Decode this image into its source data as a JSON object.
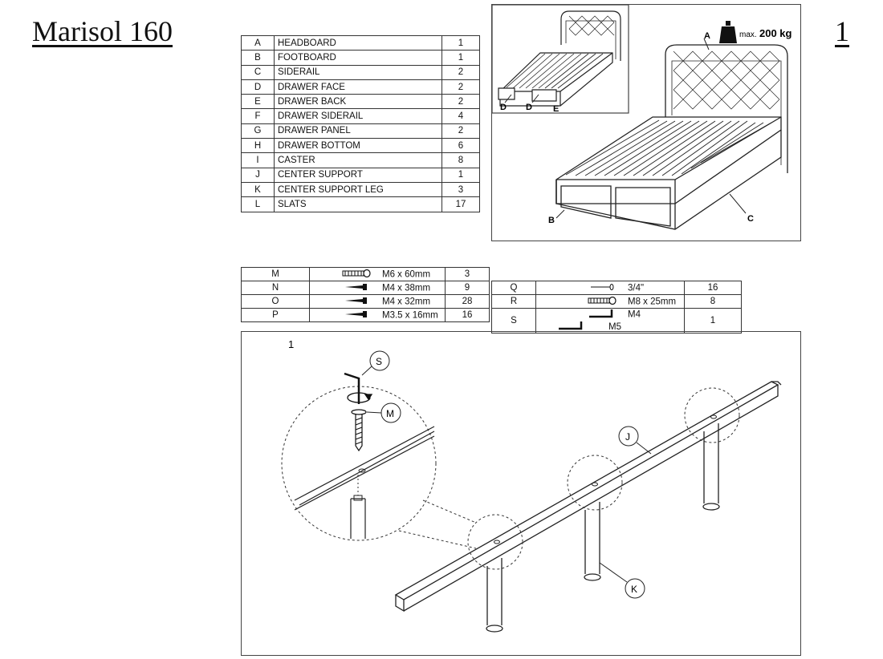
{
  "header": {
    "title": "Marisol 160",
    "page": "1"
  },
  "parts": [
    {
      "id": "A",
      "name": "HEADBOARD",
      "qty": "1"
    },
    {
      "id": "B",
      "name": "FOOTBOARD",
      "qty": "1"
    },
    {
      "id": "C",
      "name": "SIDERAIL",
      "qty": "2"
    },
    {
      "id": "D",
      "name": "DRAWER FACE",
      "qty": "2"
    },
    {
      "id": "E",
      "name": "DRAWER BACK",
      "qty": "2"
    },
    {
      "id": "F",
      "name": "DRAWER SIDERAIL",
      "qty": "4"
    },
    {
      "id": "G",
      "name": "DRAWER PANEL",
      "qty": "2"
    },
    {
      "id": "H",
      "name": "DRAWER BOTTOM",
      "qty": "6"
    },
    {
      "id": "I",
      "name": "CASTER",
      "qty": "8"
    },
    {
      "id": "J",
      "name": "CENTER SUPPORT",
      "qty": "1"
    },
    {
      "id": "K",
      "name": "CENTER SUPPORT LEG",
      "qty": "3"
    },
    {
      "id": "L",
      "name": "SLATS",
      "qty": "17"
    }
  ],
  "hardware_left": [
    {
      "id": "M",
      "icon": "bolt-icon",
      "size": "M6 x 60mm",
      "qty": "3"
    },
    {
      "id": "N",
      "icon": "screw-icon",
      "size": "M4 x 38mm",
      "qty": "9"
    },
    {
      "id": "O",
      "icon": "screw-icon",
      "size": "M4 x 32mm",
      "qty": "28"
    },
    {
      "id": "P",
      "icon": "screw-icon",
      "size": "M3.5 x 16mm",
      "qty": "16"
    }
  ],
  "hardware_right": [
    {
      "id": "Q",
      "icon": "nail-icon",
      "size": "3/4\"",
      "qty": "16"
    },
    {
      "id": "R",
      "icon": "bolt-icon",
      "size": "M8 x 25mm",
      "qty": "8"
    },
    {
      "id": "S",
      "icon": "allen-key-icon",
      "size": "M4",
      "size2": "M5",
      "qty": "1"
    }
  ],
  "overview": {
    "max_load_prefix": "max.",
    "max_load_value": "200 kg",
    "labels": {
      "a": "A",
      "b": "B",
      "c": "C",
      "d1": "D",
      "d2": "D",
      "e": "E"
    }
  },
  "step": {
    "number": "1",
    "callouts": {
      "s": "S",
      "m": "M",
      "j": "J",
      "k": "K"
    }
  }
}
